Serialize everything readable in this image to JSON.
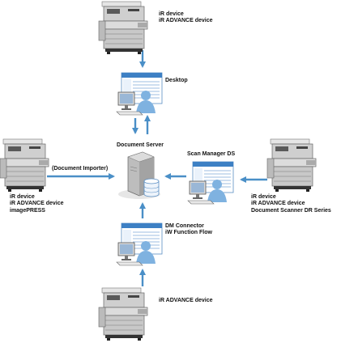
{
  "nodes": {
    "top_device": {
      "line1": "iR device",
      "line2": "iR ADVANCE device"
    },
    "desktop": {
      "label": "Desktop"
    },
    "document_server": {
      "label": "Document Server"
    },
    "importer": {
      "label": "(Document Importer)"
    },
    "left_device": {
      "line1": "iR device",
      "line2": "iR ADVANCE device",
      "line3": "imagePRESS"
    },
    "scan_manager": {
      "label": "Scan Manager DS"
    },
    "right_device": {
      "line1": "iR device",
      "line2": "iR ADVANCE device",
      "line3": "Document Scanner DR Series"
    },
    "dm_connector": {
      "line1": "DM Connector",
      "line2": "iW Function Flow"
    },
    "bottom_device": {
      "label": "iR ADVANCE device"
    }
  },
  "colors": {
    "arrow": "#4a8fc7",
    "screen_title": "#3d80c4",
    "screen_border": "#5b8fc4",
    "person": "#7fb2e0",
    "device_body": "#cfcfcf",
    "device_dark": "#555555"
  }
}
